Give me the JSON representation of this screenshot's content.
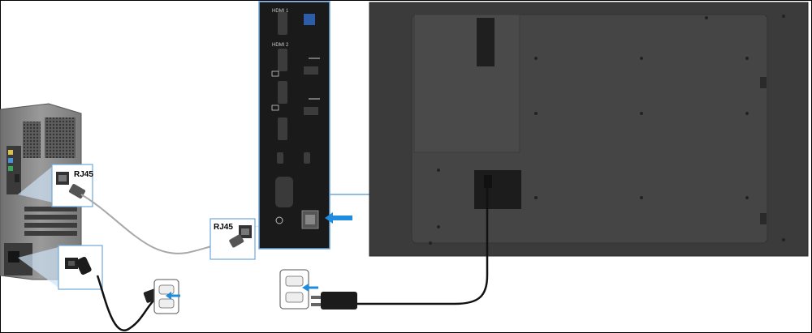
{
  "diagram": {
    "rj45_label_pc": "RJ45",
    "rj45_label_panel": "RJ45",
    "port_labels": {
      "hdmi1": "HDMI 1",
      "hdmi2": "HDMI 2"
    }
  },
  "colors": {
    "panel_dark": "#1a1a1a",
    "monitor_body": "#3b3b3b",
    "monitor_inner": "#454545",
    "pc_case": "#8f8f8f",
    "connector_blue": "#2d7ec4",
    "ethernet_cable": "#a8a8a8",
    "power_cable": "#111111",
    "callout_border": "#6fa8dc",
    "arrow_blue": "#1f8ce0"
  },
  "icons": [
    "rj45-port-icon",
    "power-socket-icon",
    "wall-outlet-icon",
    "usb-icon",
    "displayport-icon",
    "arrow-left-icon"
  ]
}
